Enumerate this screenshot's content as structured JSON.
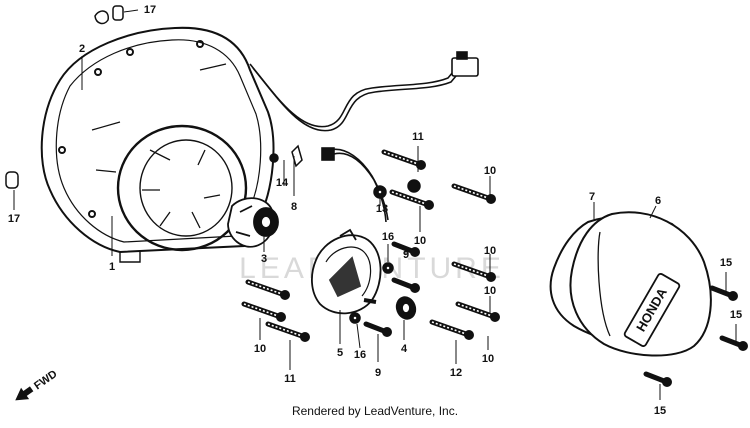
{
  "watermark": "LEADVENTURE",
  "credit": "Rendered by LeadVenture, Inc.",
  "fwd_label": "FWD",
  "cover_logo": "HONDA",
  "callouts": {
    "c1": "1",
    "c2": "2",
    "c3": "3",
    "c4": "4",
    "c5": "5",
    "c6": "6",
    "c7": "7",
    "c8": "8",
    "c9a": "9",
    "c9b": "9",
    "c10a": "10",
    "c10b": "10",
    "c10c": "10",
    "c10d": "10",
    "c10e": "10",
    "c10f": "10",
    "c11a": "11",
    "c11b": "11",
    "c12": "12",
    "c13": "13",
    "c14": "14",
    "c15a": "15",
    "c15b": "15",
    "c15c": "15",
    "c16a": "16",
    "c16b": "16",
    "c17a": "17",
    "c17b": "17"
  }
}
